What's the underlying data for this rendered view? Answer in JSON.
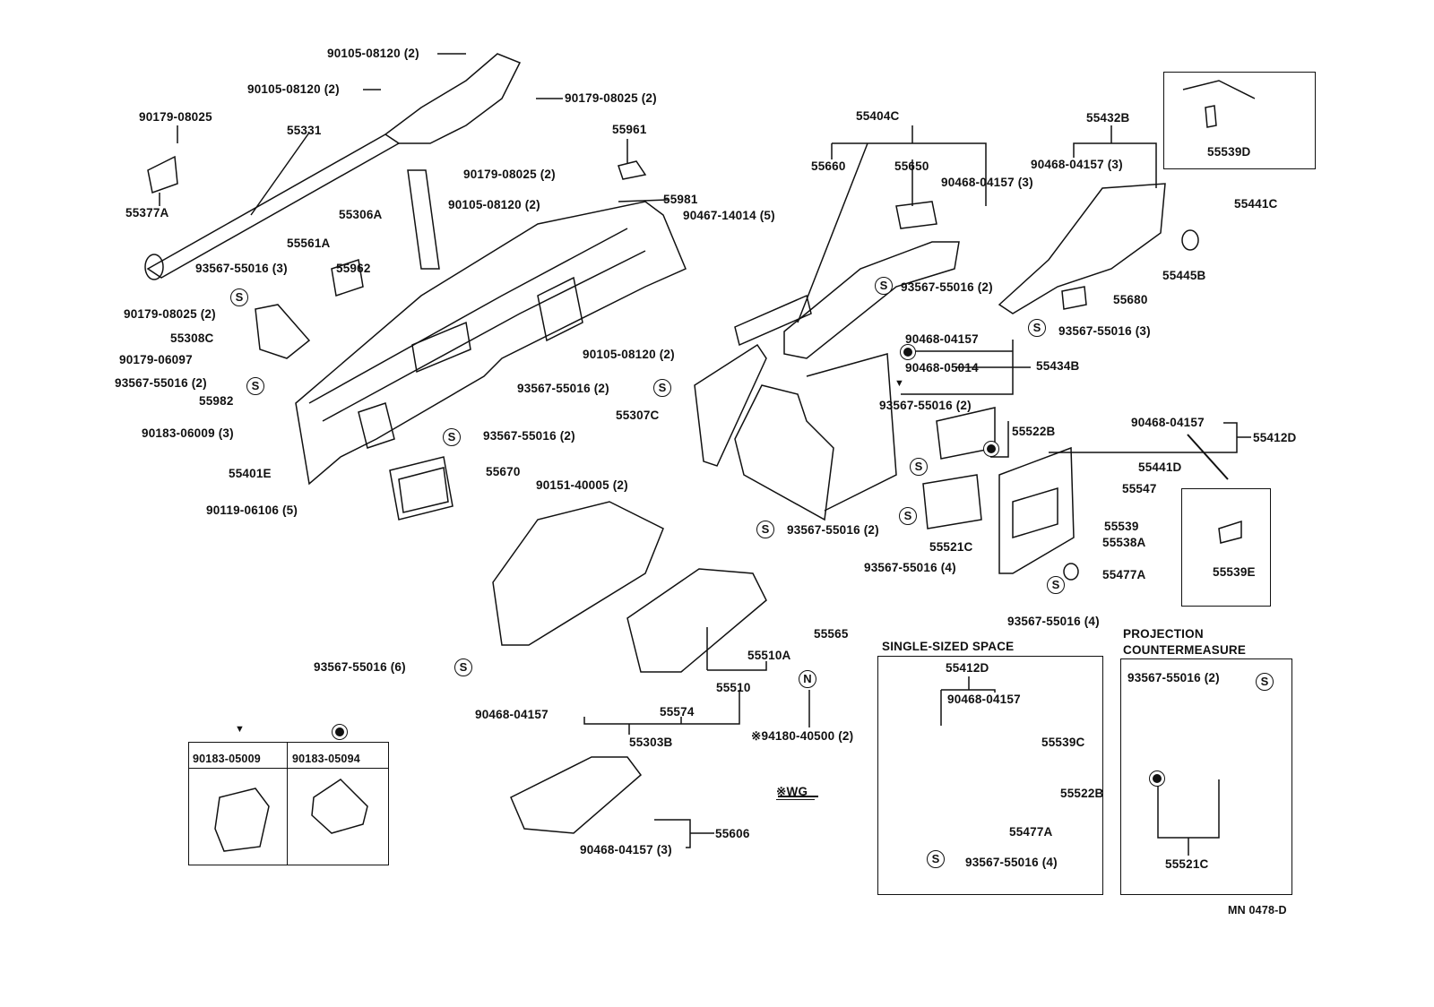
{
  "labels": [
    "90105-08120 (2)",
    "90105-08120 (2)",
    "90179-08025 (2)",
    "90179-08025",
    "55331",
    "55961",
    "55404C",
    "55432B",
    "55539D",
    "55660",
    "55650",
    "90179-08025 (2)",
    "90468-04157 (3)",
    "90468-04157 (3)",
    "55981",
    "90467-14014 (5)",
    "90105-08120 (2)",
    "55377A",
    "55306A",
    "55441C",
    "55561A",
    "93567-55016 (3)",
    "55962",
    "55445B",
    "93567-55016 (2)",
    "90179-08025 (2)",
    "55680",
    "93567-55016 (3)",
    "55308C",
    "90105-08120 (2)",
    "90468-04157",
    "90179-06097",
    "90468-05014",
    "55434B",
    "93567-55016 (2)",
    "93567-55016 (2)",
    "55982",
    "93567-55016 (2)",
    "55307C",
    "90183-06009 (3)",
    "55522B",
    "90468-04157",
    "55412D",
    "93567-55016 (2)",
    "55401E",
    "55670",
    "55441D",
    "90151-40005 (2)",
    "55547",
    "90119-06106 (5)",
    "93567-55016 (2)",
    "55539",
    "55521C",
    "55538A",
    "93567-55016 (4)",
    "55539E",
    "55477A",
    "93567-55016 (4)",
    "55565",
    "SINGLE-SIZED SPACE",
    "PROJECTION",
    "COUNTERMEASURE",
    "55510A",
    "55412D",
    "93567-55016 (6)",
    "93567-55016 (2)",
    "90468-04157",
    "55510",
    "90468-04157",
    "55574",
    "※94180-40500 (2)",
    "55303B",
    "55539C",
    "90183-05009",
    "90183-05094",
    "※WG",
    "55522B",
    "55606",
    "90468-04157 (3)",
    "55477A",
    "93567-55016 (4)",
    "55521C",
    "MN 0478-D"
  ],
  "symbols": {
    "s": "S",
    "n": "N",
    "triangle": "▼"
  },
  "clip_table": {
    "headers": [
      "90183-05009",
      "90183-05094"
    ],
    "markers": [
      "triangle",
      "filled-dot"
    ]
  },
  "colors": {
    "ink": "#111111",
    "paper": "#ffffff"
  }
}
